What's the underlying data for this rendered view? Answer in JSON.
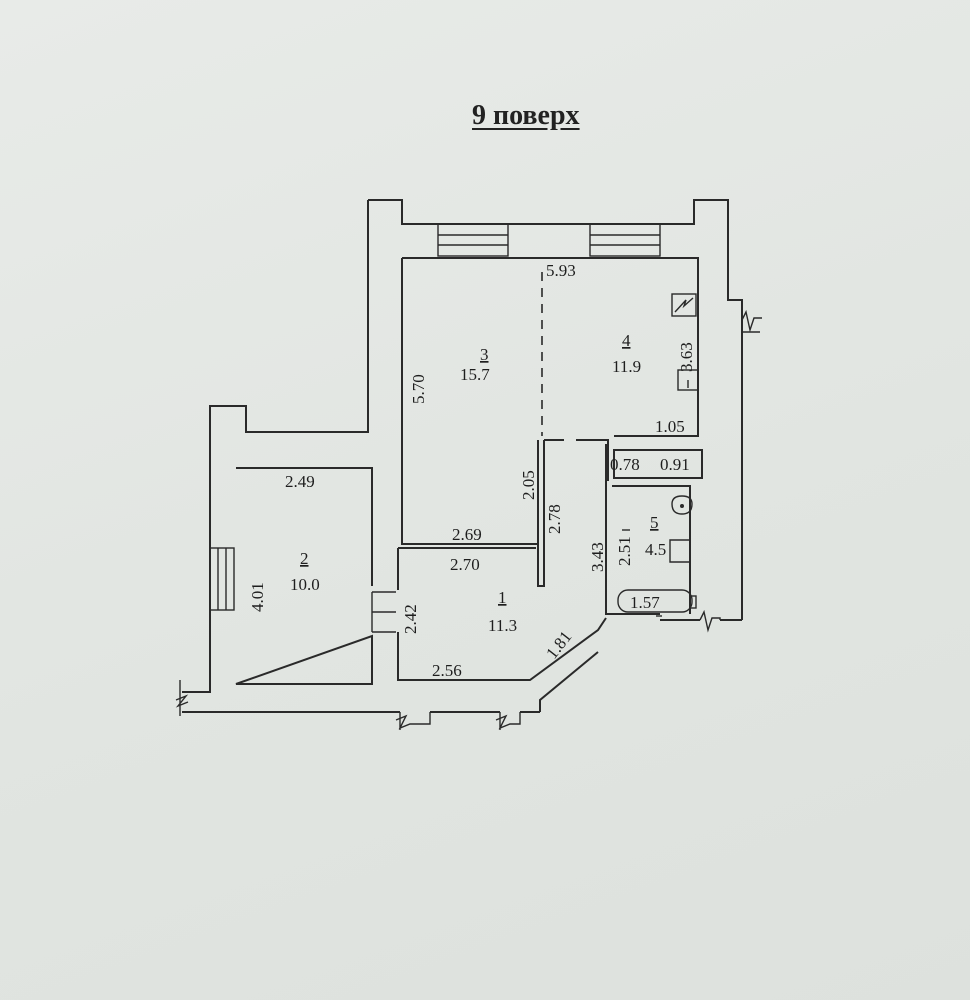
{
  "title": "9 поверх",
  "rooms": [
    {
      "number": "1",
      "area": "11.3"
    },
    {
      "number": "2",
      "area": "10.0"
    },
    {
      "number": "3",
      "area": "15.7"
    },
    {
      "number": "4",
      "area": "11.9"
    },
    {
      "number": "5",
      "area": "4.5"
    }
  ],
  "dimensions": {
    "d_5_93": "5.93",
    "d_5_70": "5.70",
    "d_3_63": "3.63",
    "d_1_05": "1.05",
    "d_0_78": "0.78",
    "d_0_91": "0.91",
    "d_2_49": "2.49",
    "d_2_05": "2.05",
    "d_2_78": "2.78",
    "d_2_69": "2.69",
    "d_2_70": "2.70",
    "d_3_43": "3.43",
    "d_2_51": "2.51",
    "d_4_01": "4.01",
    "d_2_42": "2.42",
    "d_1_57": "1.57",
    "d_1_81": "1.81",
    "d_2_56": "2.56"
  }
}
